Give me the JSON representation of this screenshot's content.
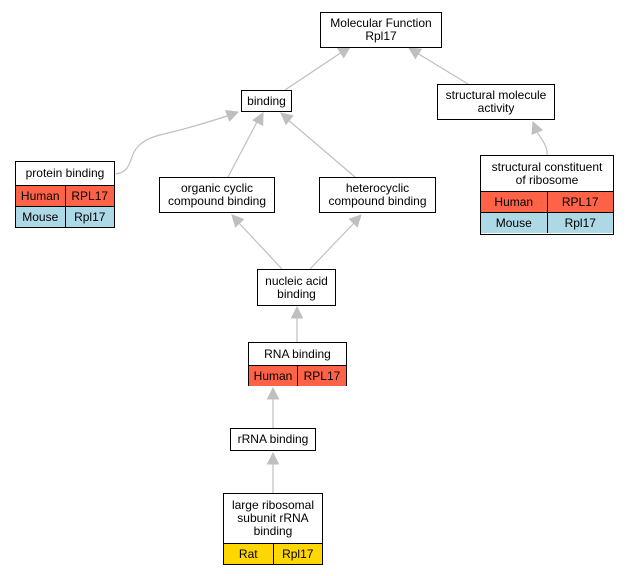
{
  "colors": {
    "edge": "#bfbfbf",
    "human": "#ff6347",
    "mouse": "#add8e6",
    "rat": "#ffd700"
  },
  "nodes": {
    "molecular_function": {
      "label": "Molecular Function\nRpl17"
    },
    "binding": {
      "label": "binding"
    },
    "structural_molecule_activity": {
      "label": "structural molecule\nactivity"
    },
    "protein_binding": {
      "label": "protein binding",
      "genes": [
        {
          "species": "Human",
          "gene": "RPL17"
        },
        {
          "species": "Mouse",
          "gene": "Rpl17"
        }
      ]
    },
    "organic_cyclic": {
      "label": "organic cyclic\ncompound binding"
    },
    "heterocyclic": {
      "label": "heterocyclic\ncompound binding"
    },
    "structural_constituent": {
      "label": "structural constituent\nof ribosome",
      "genes": [
        {
          "species": "Human",
          "gene": "RPL17"
        },
        {
          "species": "Mouse",
          "gene": "Rpl17"
        }
      ]
    },
    "nucleic_acid": {
      "label": "nucleic acid\nbinding"
    },
    "rna_binding": {
      "label": "RNA binding",
      "genes": [
        {
          "species": "Human",
          "gene": "RPL17"
        }
      ]
    },
    "rrna_binding": {
      "label": "rRNA binding"
    },
    "large_subunit": {
      "label": "large ribosomal\nsubunit rRNA\nbinding",
      "genes": [
        {
          "species": "Rat",
          "gene": "Rpl17"
        }
      ]
    }
  }
}
